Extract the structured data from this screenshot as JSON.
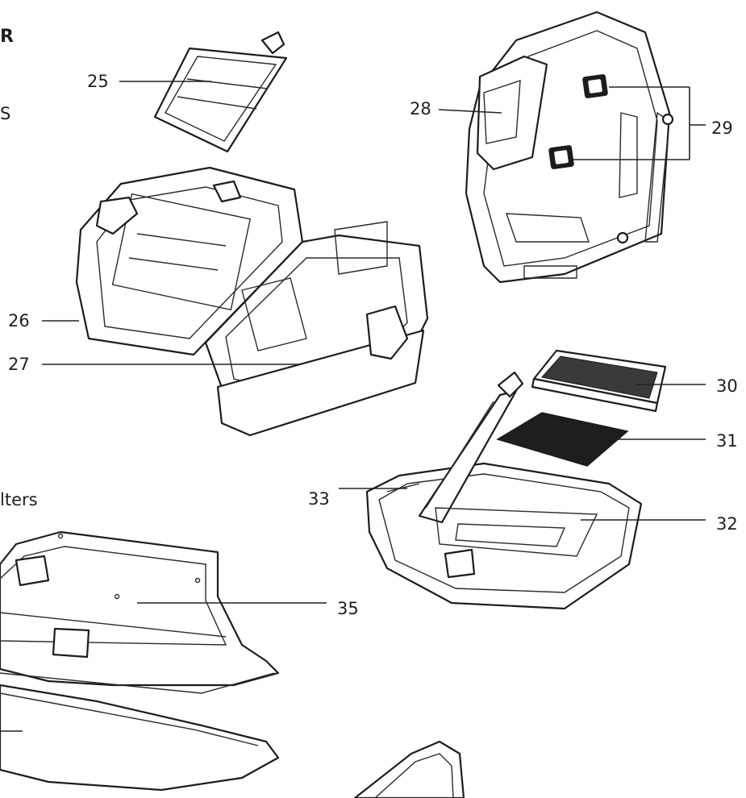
{
  "page": {
    "partial_header": "R",
    "partial_left_text": "S",
    "filters_text_partial": "lters"
  },
  "labels": {
    "c25": "25",
    "c26": "26",
    "c27": "27",
    "c28": "28",
    "c29": "29",
    "c30": "30",
    "c31": "31",
    "c32": "32",
    "c33": "33",
    "c35": "35"
  },
  "colors": {
    "line": "#1c1c1c",
    "background": "#ffffff"
  }
}
